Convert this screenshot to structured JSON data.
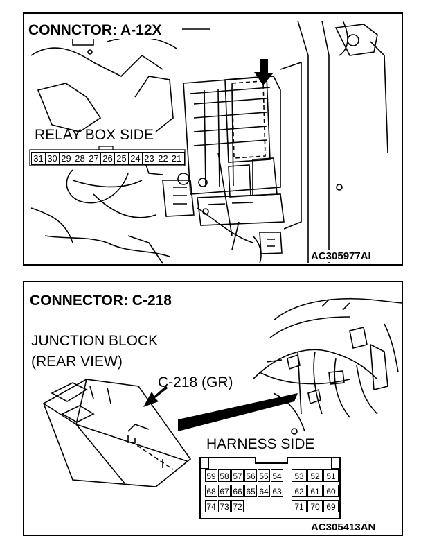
{
  "top_panel": {
    "title": "CONNCTOR: A-12X",
    "side_label": "RELAY BOX SIDE",
    "pins": [
      "31",
      "30",
      "29",
      "28",
      "27",
      "26",
      "25",
      "24",
      "23",
      "22",
      "21"
    ],
    "code": "AC305977AI"
  },
  "bottom_panel": {
    "title": "CONNECTOR: C-218",
    "junction_label_1": "JUNCTION BLOCK",
    "junction_label_2": "(REAR VIEW)",
    "connector_callout": "C-218 (GR)",
    "harness_label": "HARNESS SIDE",
    "harness_rows": [
      [
        "59",
        "58",
        "57",
        "56",
        "55",
        "54",
        "53",
        "52",
        "51"
      ],
      [
        "68",
        "67",
        "66",
        "65",
        "64",
        "63",
        "62",
        "61",
        "60"
      ],
      [
        "74",
        "73",
        "72",
        "",
        "",
        "",
        "71",
        "70",
        "69"
      ]
    ],
    "code": "AC305413AN"
  }
}
